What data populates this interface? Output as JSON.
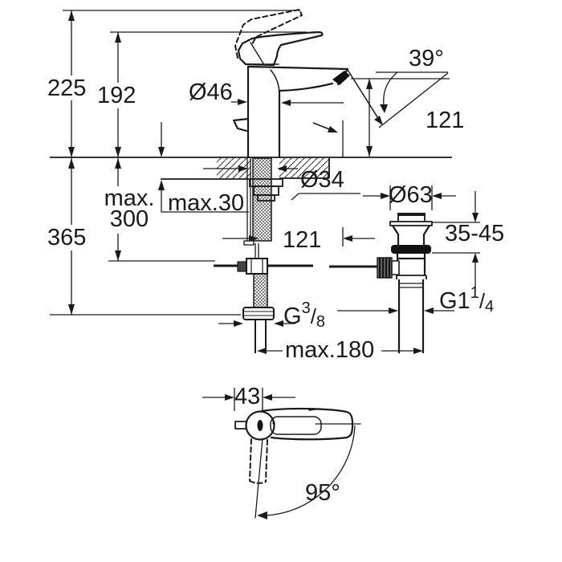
{
  "drawing": {
    "type": "faucet-installation-dimension-drawing",
    "colors": {
      "line": "#1a1a1a",
      "background": "#ffffff",
      "fill_dark": "#111111"
    },
    "front_view": {
      "dim_total_height_lever_raised": "225",
      "dim_height_lever_rest": "192",
      "dim_below_deck_depth": "365",
      "dim_max_rod_depth": {
        "line1": "max.",
        "line2": "300"
      },
      "dim_max_deck_thickness": "max.30",
      "dim_body_diameter": "Ø46",
      "dim_spout_angle": "39°",
      "dim_spout_height": "121",
      "dim_hole_diameter": "Ø34",
      "dim_spout_projection": "121",
      "dim_supply_thread": {
        "prefix": "G",
        "numerator": "3",
        "slash": "/",
        "denominator": "8"
      },
      "dim_max_rod_spacing": "max.180"
    },
    "drain_view": {
      "dim_flange_diameter": "Ø63",
      "dim_clamping_range": "35-45",
      "dim_waste_thread": {
        "prefix": "G1",
        "numerator": "1",
        "slash": "/",
        "denominator": "4"
      }
    },
    "top_view": {
      "dim_body_width": "43",
      "dim_handle_swing_angle": "95°"
    }
  }
}
